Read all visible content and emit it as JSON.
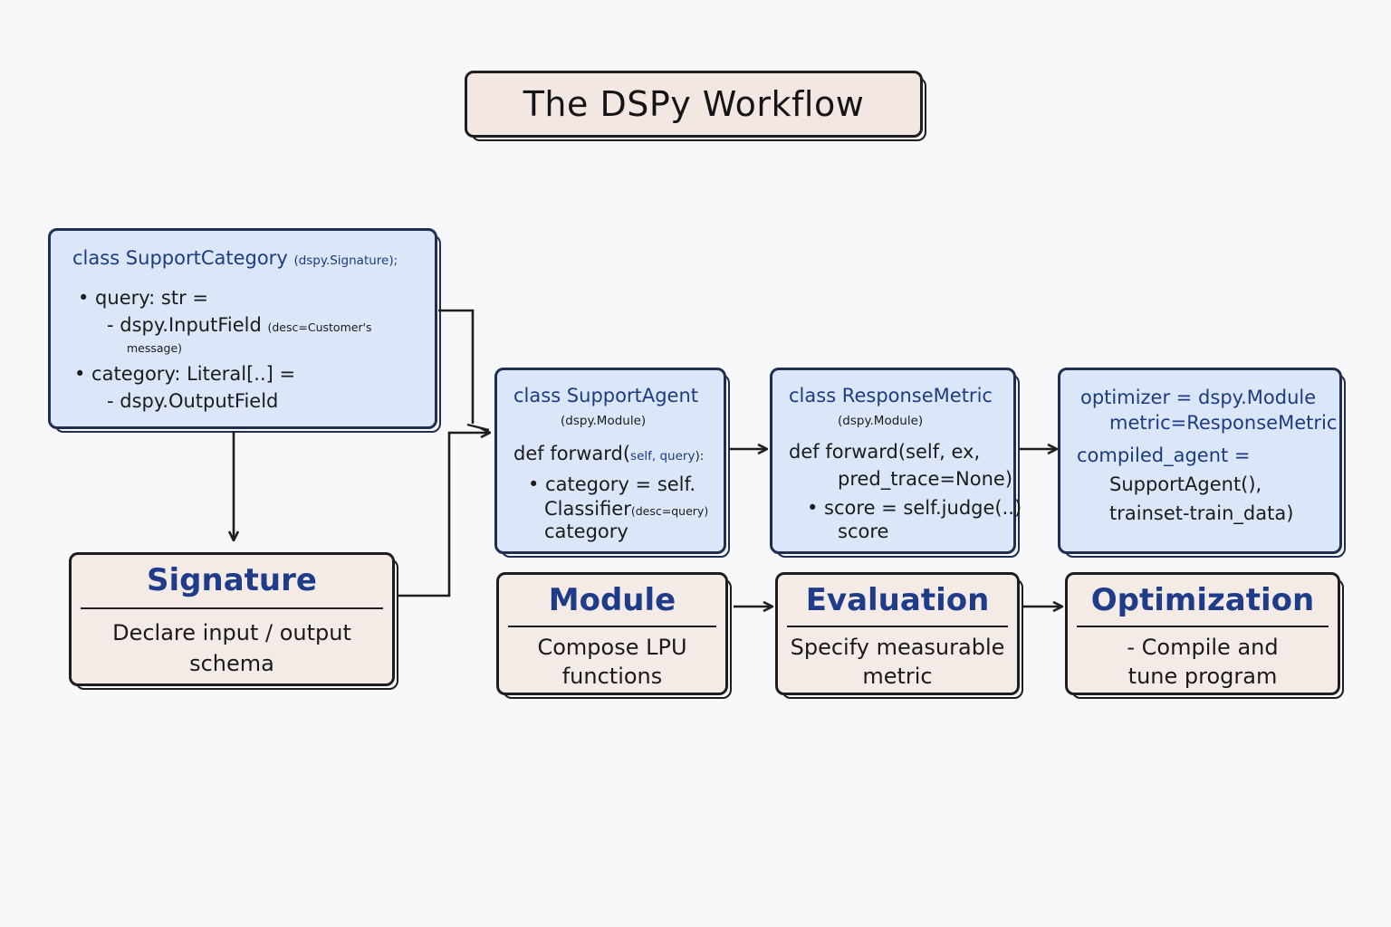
{
  "title": "The DSPy Workflow",
  "signature_code": {
    "class_kw": "class SupportCategory",
    "class_arg": "(dspy.Signature);",
    "line1": "• query: str =",
    "line2a": "- dspy.InputField",
    "line2b": "(desc=Customer's",
    "line2c": "message)",
    "line3": "• category: Literal[..] =",
    "line4": "- dspy.OutputField"
  },
  "module_code": {
    "line1": "class SupportAgent",
    "line2": "(dspy.Module)",
    "line3a": "def forward(",
    "line3b": "self, query",
    "line3c": "):",
    "line4": "• category = self.",
    "line5a": "Classifier",
    "line5b": "(desc=query)",
    "line6": "category"
  },
  "metric_code": {
    "line1": "class ResponseMetric",
    "line2": "(dspy.Module)",
    "line3": "def forward(self, ex,",
    "line4": "pred_trace=None)",
    "line5": "• score = self.judge(..)",
    "line6": "score"
  },
  "optimizer_code": {
    "line1": "optimizer = dspy.Module",
    "line2": "metric=ResponseMetric",
    "line3": "compiled_agent =",
    "line4": "SupportAgent(),",
    "line5": "trainset-train_data)"
  },
  "stages": {
    "signature": {
      "title": "Signature",
      "desc1": "Declare input / output",
      "desc2": "schema"
    },
    "module": {
      "title": "Module",
      "desc1": "Compose LPU",
      "desc2": "functions"
    },
    "evaluation": {
      "title": "Evaluation",
      "desc1": "Specify measurable",
      "desc2": "metric"
    },
    "optimization": {
      "title": "Optimization",
      "desc1": "- Compile and",
      "desc2": "tune program"
    }
  }
}
